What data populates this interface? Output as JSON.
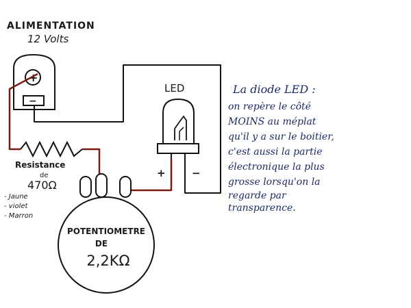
{
  "power_supply": {
    "title_line1": "ALIMENTATION",
    "title_line2": "12 Volts",
    "plus_symbol": "+",
    "minus_symbol": "−"
  },
  "resistor": {
    "label": "Resistance",
    "label_de": "de",
    "value": "470Ω",
    "color_bands": [
      "- Jaune",
      "- violet",
      "- Marron"
    ]
  },
  "potentiometer": {
    "line1": "POTENTIOMETRE",
    "line2": "DE",
    "value": "2,2KΩ"
  },
  "led": {
    "label": "LED",
    "plus": "+",
    "minus": "−"
  },
  "note": {
    "lines": [
      "La diode LED :",
      "on repère le côté",
      "MOINS au méplat",
      "qu'il y a sur le boitier,",
      "c'est aussi la partie",
      "électronique la plus",
      "grosse lorsqu'on la",
      "regarde par",
      "transparence."
    ]
  },
  "colors": {
    "wire_black": "#111111",
    "wire_red": "#7a1a12",
    "note_ink": "#1c2a6e"
  }
}
